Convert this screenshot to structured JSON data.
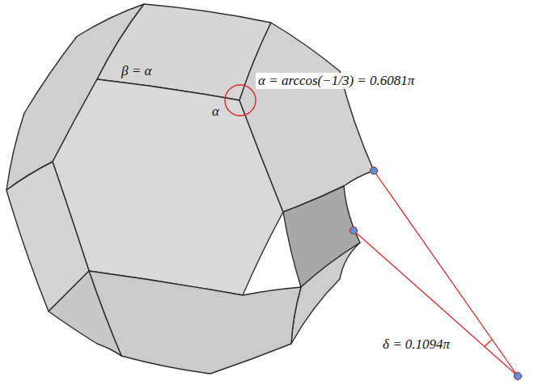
{
  "diagram": {
    "labels": [
      "β = α",
      "α = arccos(−1/3) = 0.6081π",
      "α",
      "δ = 0.1094π"
    ]
  }
}
